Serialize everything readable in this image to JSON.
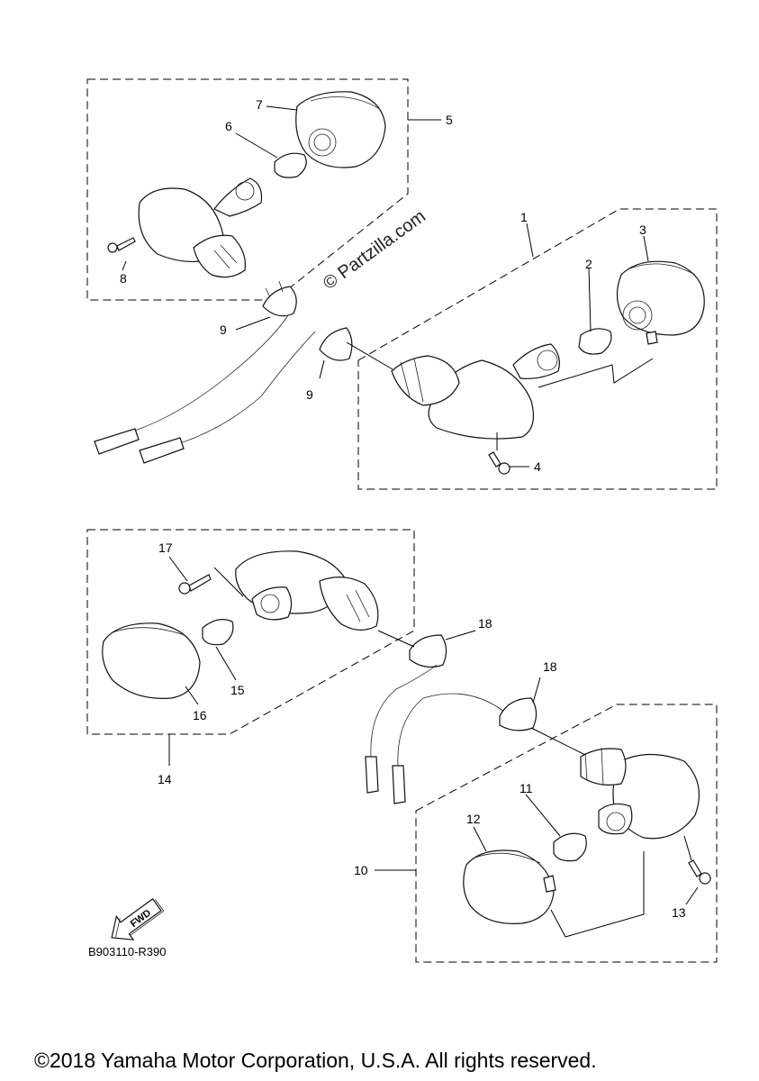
{
  "callouts": {
    "c1": "1",
    "c2": "2",
    "c3": "3",
    "c4": "4",
    "c5": "5",
    "c6": "6",
    "c7": "7",
    "c8": "8",
    "c9a": "9",
    "c9b": "9",
    "c10": "10",
    "c11": "11",
    "c12": "12",
    "c13": "13",
    "c14": "14",
    "c15": "15",
    "c16": "16",
    "c17": "17",
    "c18a": "18",
    "c18b": "18"
  },
  "watermark": "© Partzilla.com",
  "fwd_label": "FWD",
  "diagram_code": "B903110-R390",
  "copyright": "©2018 Yamaha Motor Corporation, U.S.A. All rights reserved.",
  "colors": {
    "ink": "#000000",
    "background": "#ffffff"
  },
  "icons": [
    "fwd-arrow-icon"
  ]
}
